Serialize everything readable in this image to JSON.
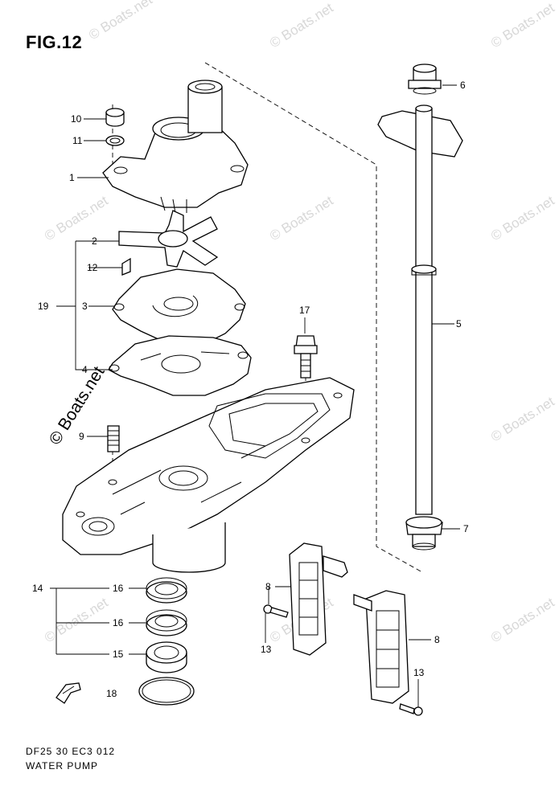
{
  "figure": {
    "title": "FIG.12",
    "diagram_code": "DF25 30 EC3  012",
    "diagram_name": "WATER PUMP"
  },
  "watermark": {
    "text": "© Boats.net",
    "prominent_text": "© Boats.net"
  },
  "callouts": {
    "c10": "10",
    "c11": "11",
    "c1": "1",
    "c2": "2",
    "c12": "12",
    "c19": "19",
    "c3": "3",
    "c4": "4",
    "c9": "9",
    "c14": "14",
    "c16a": "16",
    "c16b": "16",
    "c15": "15",
    "c18": "18",
    "c6": "6",
    "c5": "5",
    "c7": "7",
    "c17": "17",
    "c8a": "8",
    "c8b": "8",
    "c13a": "13",
    "c13b": "13"
  },
  "icons": {
    "front_arrow": "fwd-arrow-icon"
  }
}
